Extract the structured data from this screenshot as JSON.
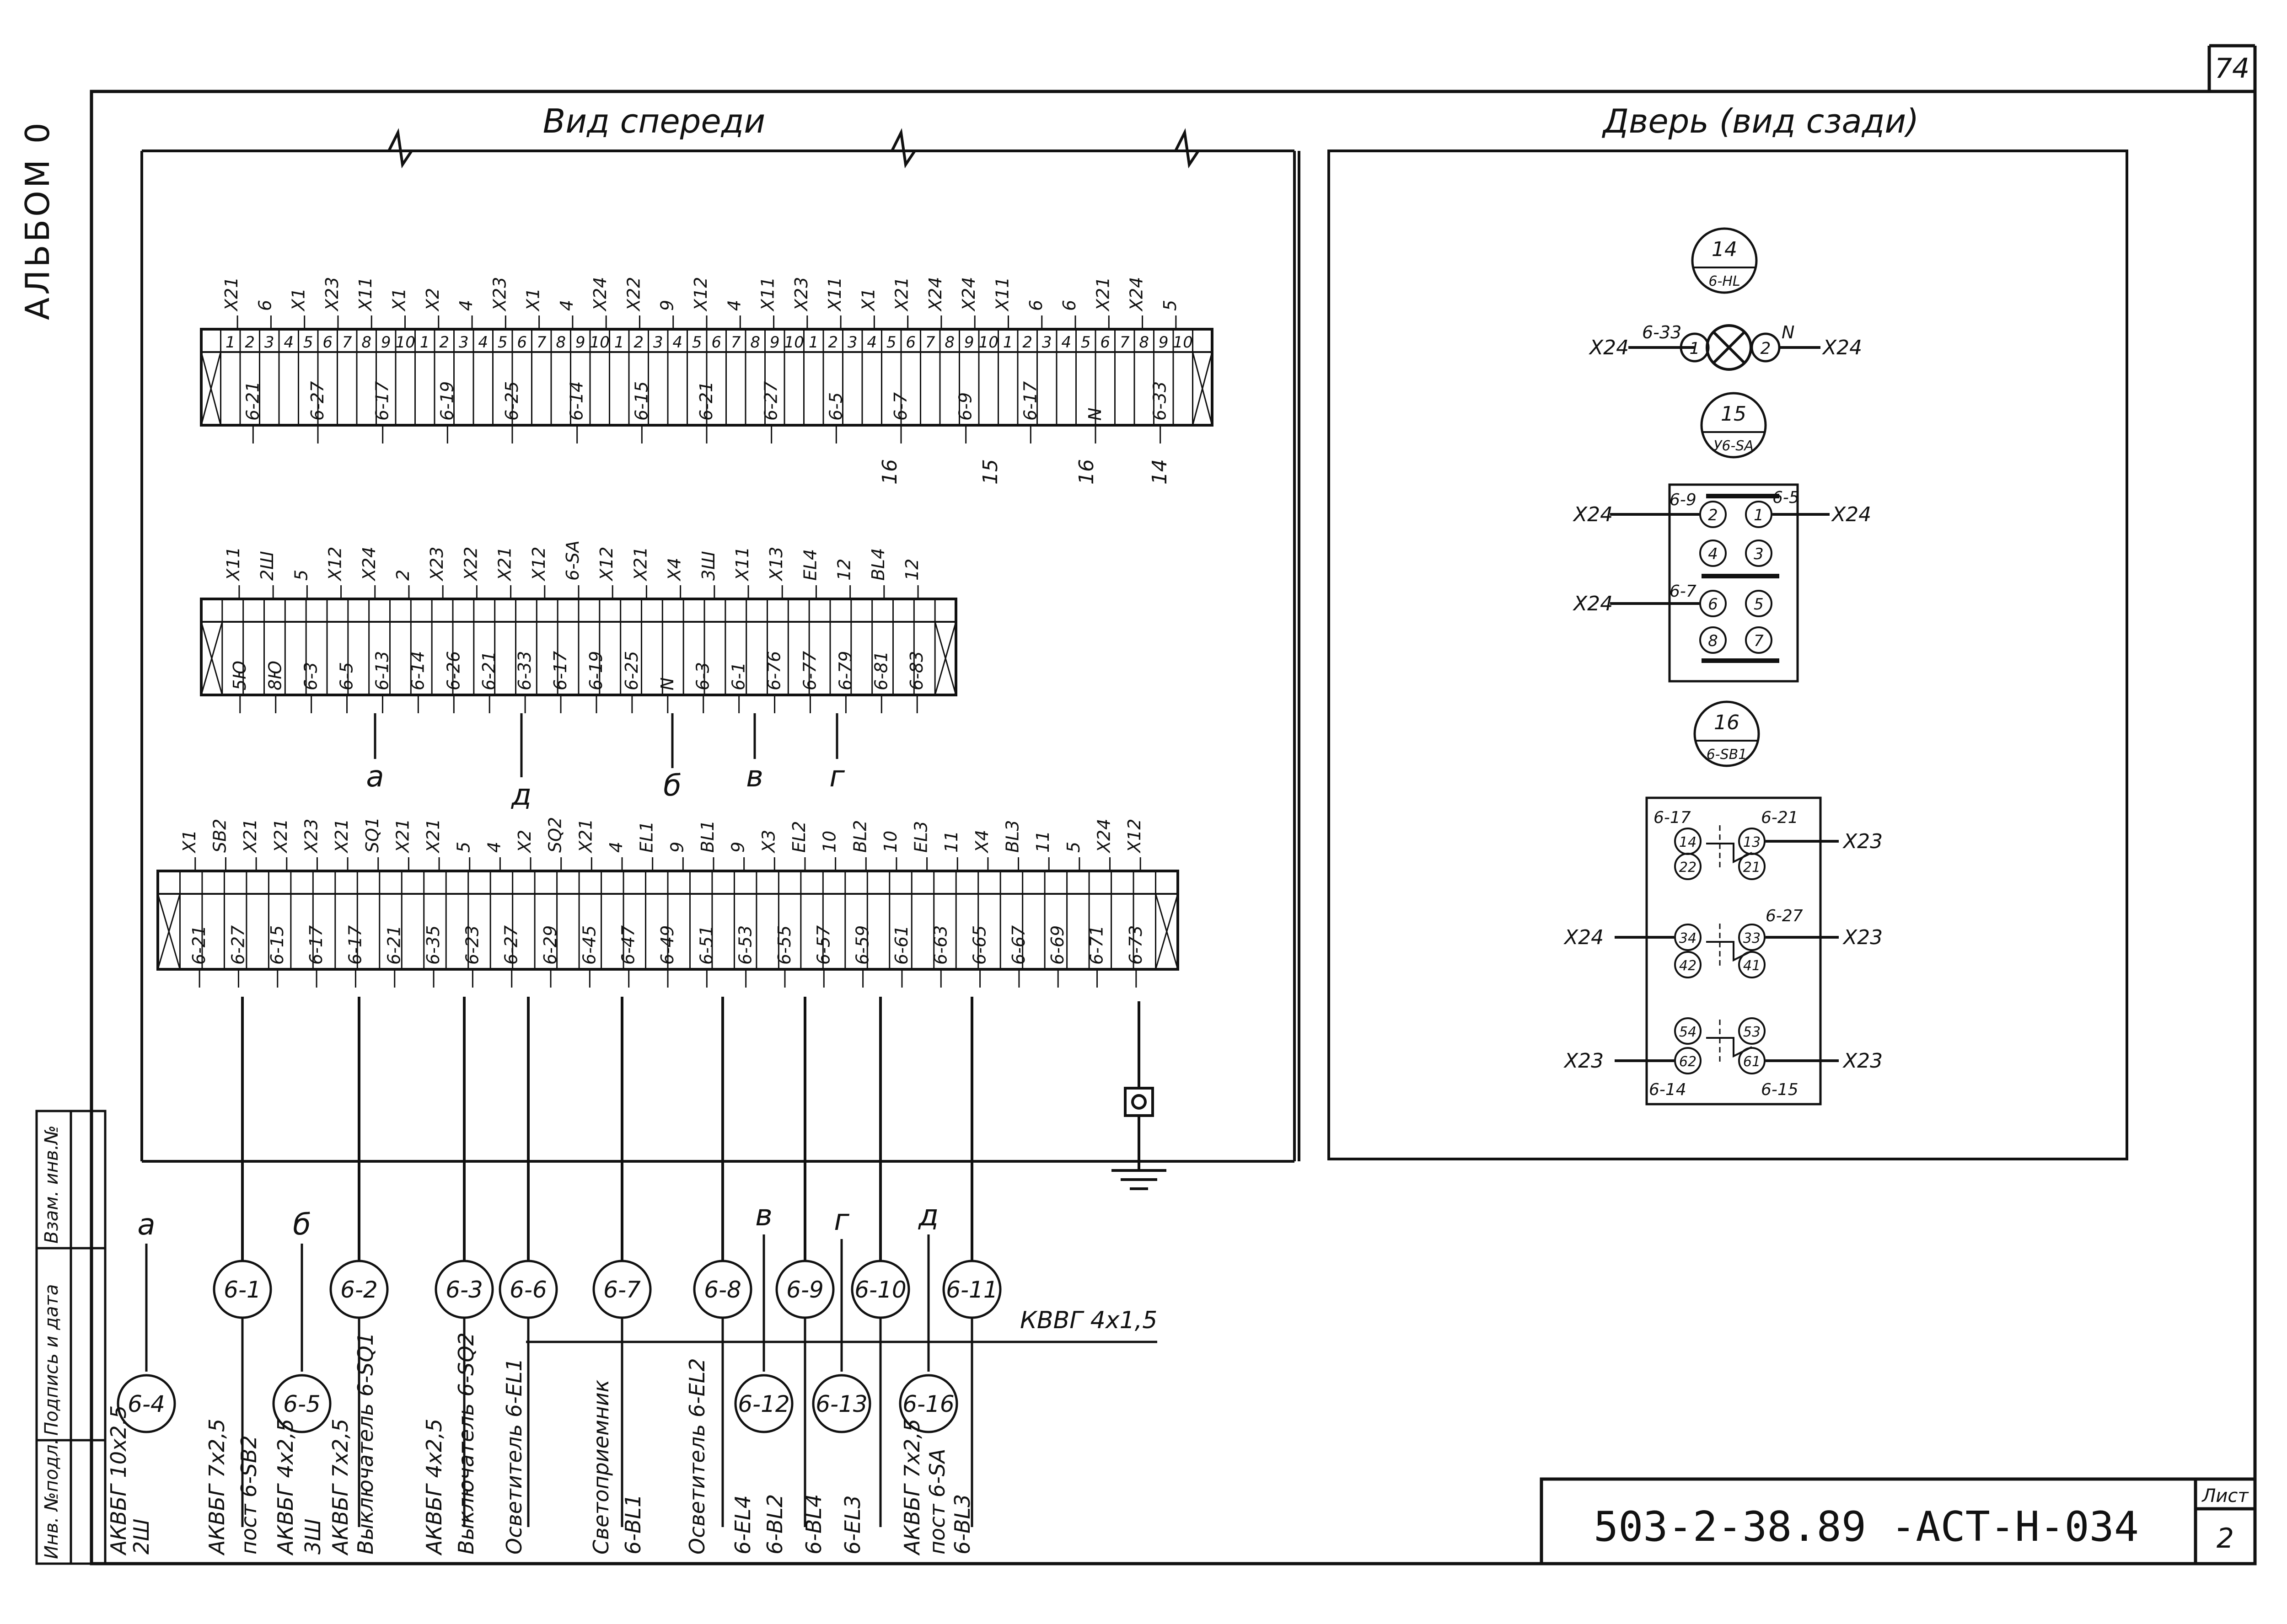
{
  "sheet": {
    "page_number": "74",
    "album_label": "АЛЬБОМ 0",
    "stamp_code": "503-2-38.89 -АСТ-Н-034",
    "sheet_label": "Лист",
    "sheet_number": "2",
    "side_labels": [
      "Инв. №подл.",
      "Подпись и дата",
      "Взам. инв.№"
    ]
  },
  "views": {
    "front_title": "Вид спереди",
    "door_title": "Дверь (вид сзади)"
  },
  "front_blocks": {
    "top": {
      "top_labels": [
        "X21",
        "6",
        "X1",
        "X23",
        "X11",
        "X1",
        "X2",
        "4",
        "X23",
        "X1",
        "4",
        "X24",
        "X22",
        "9",
        "X12",
        "4",
        "X11",
        "X23",
        "X11",
        "X1",
        "X21",
        "X24",
        "X24",
        "X11",
        "6",
        "6",
        "X21",
        "X24",
        "5"
      ],
      "numbers": [
        "1",
        "2",
        "3",
        "4",
        "5",
        "6",
        "7",
        "8",
        "9",
        "10",
        "1",
        "2",
        "3",
        "4",
        "5",
        "6",
        "7",
        "8",
        "9",
        "10",
        "1",
        "2",
        "3",
        "4",
        "5",
        "6",
        "7",
        "8",
        "9",
        "10",
        "1",
        "2",
        "3",
        "4",
        "5",
        "6",
        "7",
        "8",
        "9",
        "10",
        "1",
        "2",
        "3",
        "4",
        "5",
        "6",
        "7",
        "8",
        "9",
        "10"
      ],
      "wires": [
        "6-21",
        "6-27",
        "6-17",
        "6-19",
        "6-25",
        "6-14",
        "6-15",
        "6-21",
        "6-27",
        "6-5",
        "6-7",
        "6-9",
        "6-17",
        "N",
        "6-33"
      ],
      "group_labels": [
        "16",
        "15",
        "16",
        "14"
      ]
    },
    "middle": {
      "top_labels": [
        "X11",
        "2Ш",
        "5",
        "X12",
        "X24",
        "2",
        "X23",
        "X22",
        "X21",
        "X12",
        "6-SA",
        "X12",
        "X21",
        "X4",
        "3Ш",
        "X11",
        "X13",
        "EL4",
        "12",
        "BL4",
        "12"
      ],
      "wires": [
        "5Ю",
        "8Ю",
        "6-3",
        "6-5",
        "6-13",
        "6-14",
        "6-26",
        "6-21",
        "6-33",
        "6-17",
        "6-19",
        "6-25",
        "N",
        "6-3",
        "6-1",
        "6-76",
        "6-77",
        "6-79",
        "6-81",
        "6-83"
      ],
      "group_letters": [
        "а",
        "д",
        "б",
        "в",
        "г"
      ]
    },
    "bottom": {
      "top_labels": [
        "X1",
        "SB2",
        "X21",
        "X21",
        "X23",
        "X21",
        "SQ1",
        "X21",
        "X21",
        "5",
        "4",
        "X2",
        "SQ2",
        "X21",
        "4",
        "EL1",
        "9",
        "BL1",
        "9",
        "X3",
        "EL2",
        "10",
        "BL2",
        "10",
        "EL3",
        "11",
        "X4",
        "BL3",
        "11",
        "5",
        "X24",
        "X12"
      ],
      "wires": [
        "6-21",
        "6-27",
        "6-15",
        "6-17",
        "6-17",
        "6-21",
        "6-35",
        "6-23",
        "6-27",
        "6-29",
        "6-45",
        "6-47",
        "6-49",
        "6-51",
        "6-53",
        "6-55",
        "6-57",
        "6-59",
        "6-61",
        "6-63",
        "6-65",
        "6-67",
        "6-69",
        "6-71",
        "6-73"
      ]
    }
  },
  "cables": {
    "circles_row1": [
      "6-1",
      "6-2",
      "6-3",
      "6-6",
      "6-7",
      "6-8",
      "6-9",
      "6-10",
      "6-11"
    ],
    "circles_row2": [
      "6-4",
      "6-5",
      "6-12",
      "6-13",
      "6-16"
    ],
    "letters": [
      "а",
      "б",
      "в",
      "г",
      "д"
    ],
    "bus_label": "КВВГ 4х1,5",
    "cable_labels": [
      "АКВБГ 10х2,5",
      "2Ш",
      "АКВБГ 7х2,5",
      "пост 6-SB2",
      "АКВБГ 4х2,5",
      "3Ш",
      "АКВБГ 7х2,5",
      "Выключатель 6-SQ1",
      "АКВБГ 4х2,5",
      "Выключатель 6-SQ2",
      "Осветитель 6-EL1",
      "Светоприемник",
      "6-BL1",
      "Осветитель 6-EL2",
      "6-EL4",
      "6-BL2",
      "6-BL4",
      "6-EL3",
      "АКВБГ 7х2,5",
      "пост 6-SA",
      "6-BL3"
    ]
  },
  "door": {
    "lamp": {
      "tag_top": "14",
      "tag_bottom": "6-HL",
      "left_term": "X24",
      "wire": "6-33",
      "pin1": "1",
      "pin2": "2",
      "neutral": "N",
      "right_term": "X24"
    },
    "switch": {
      "tag_top": "15",
      "tag_bottom": "У6-SA",
      "pins": [
        "2",
        "1",
        "4",
        "3",
        "6",
        "5",
        "8",
        "7"
      ],
      "labels": [
        "X24",
        "6-9",
        "6-5",
        "X24",
        "X24",
        "6-7"
      ]
    },
    "post": {
      "tag_top": "16",
      "tag_bottom": "6-SB1",
      "pins": [
        "14",
        "13",
        "22",
        "21",
        "34",
        "33",
        "42",
        "41",
        "54",
        "53",
        "62",
        "61"
      ],
      "labels": [
        "6-17",
        "6-21",
        "X23",
        "6-27",
        "X24",
        "X23",
        "X23",
        "X23",
        "6-14",
        "6-15"
      ]
    }
  }
}
